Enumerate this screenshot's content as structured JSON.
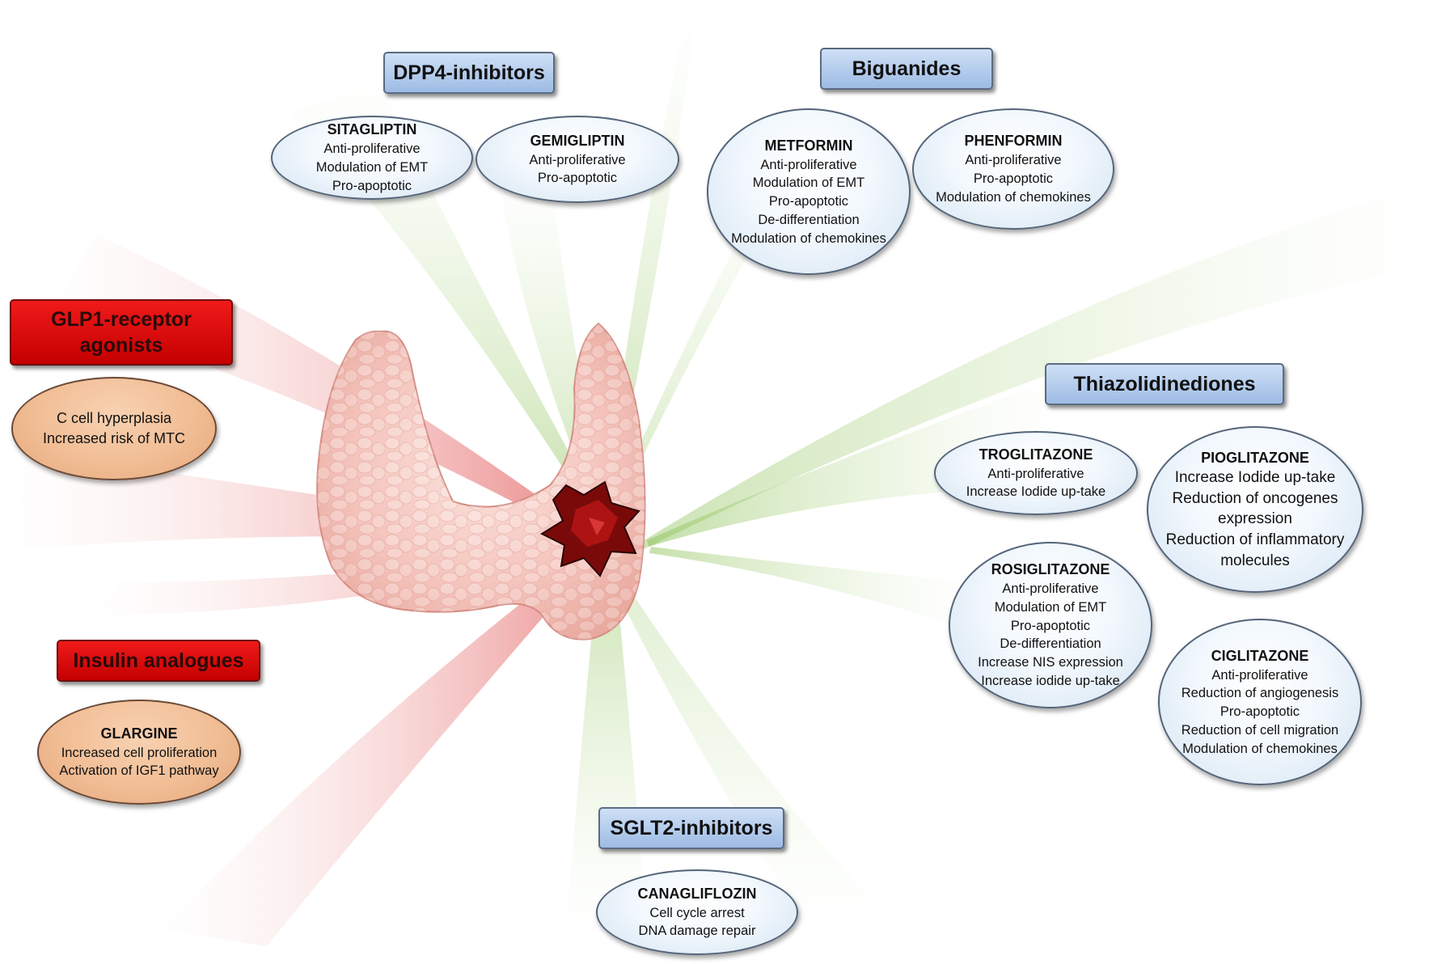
{
  "groups": {
    "dpp4": {
      "label": "DPP4-inhibitors"
    },
    "biguanides": {
      "label": "Biguanides"
    },
    "glp1": {
      "label_line1": "GLP1-receptor",
      "label_line2": "agonists"
    },
    "thiazolidinediones": {
      "label": "Thiazolidinediones"
    },
    "insulin": {
      "label": "Insulin analogues"
    },
    "sglt2": {
      "label": "SGLT2-inhibitors"
    }
  },
  "drugs": {
    "sitagliptin": {
      "name": "SITAGLIPTIN",
      "effects": [
        "Anti-proliferative",
        "Modulation of EMT",
        "Pro-apoptotic"
      ]
    },
    "gemigliptin": {
      "name": "GEMIGLIPTIN",
      "effects": [
        "Anti-proliferative",
        "Pro-apoptotic"
      ]
    },
    "metformin": {
      "name": "METFORMIN",
      "effects": [
        "Anti-proliferative",
        "Modulation of EMT",
        "Pro-apoptotic",
        "De-differentiation",
        "Modulation of chemokines"
      ]
    },
    "phenformin": {
      "name": "PHENFORMIN",
      "effects": [
        "Anti-proliferative",
        "Pro-apoptotic",
        "Modulation of chemokines"
      ]
    },
    "glp1_effects": {
      "effects": [
        "C cell hyperplasia",
        "Increased risk of MTC"
      ]
    },
    "troglitazone": {
      "name": "TROGLITAZONE",
      "effects": [
        "Anti-proliferative",
        "Increase Iodide up-take"
      ]
    },
    "pioglitazone": {
      "name": "PIOGLITAZONE",
      "effects": [
        "Increase Iodide up-take",
        "Reduction of oncogenes",
        "expression",
        "Reduction of inflammatory",
        "molecules"
      ]
    },
    "rosiglitazone": {
      "name": "ROSIGLITAZONE",
      "effects": [
        "Anti-proliferative",
        "Modulation of EMT",
        "Pro-apoptotic",
        "De-differentiation",
        "Increase NIS expression",
        "Increase iodide up-take"
      ]
    },
    "ciglitazone": {
      "name": "CIGLITAZONE",
      "effects": [
        "Anti-proliferative",
        "Reduction of angiogenesis",
        "Pro-apoptotic",
        "Reduction of cell migration",
        "Modulation of chemokines"
      ]
    },
    "glargine": {
      "name": "GLARGINE",
      "effects": [
        "Increased cell proliferation",
        "Activation of IGF1 pathway"
      ]
    },
    "canagliflozin": {
      "name": "CANAGLIFLOZIN",
      "effects": [
        "Cell cycle arrest",
        "DNA damage repair"
      ]
    }
  },
  "colors": {
    "group_box_blue": "#9dbbe4",
    "group_box_red": "#d40808",
    "ellipse_blue": "#f2f8fd",
    "ellipse_orange": "#f0bb92",
    "beam_green": "#8ec25a",
    "beam_red": "#d81c1c",
    "gland": "#f4c4bc",
    "tumor": "#8a0d0d"
  }
}
